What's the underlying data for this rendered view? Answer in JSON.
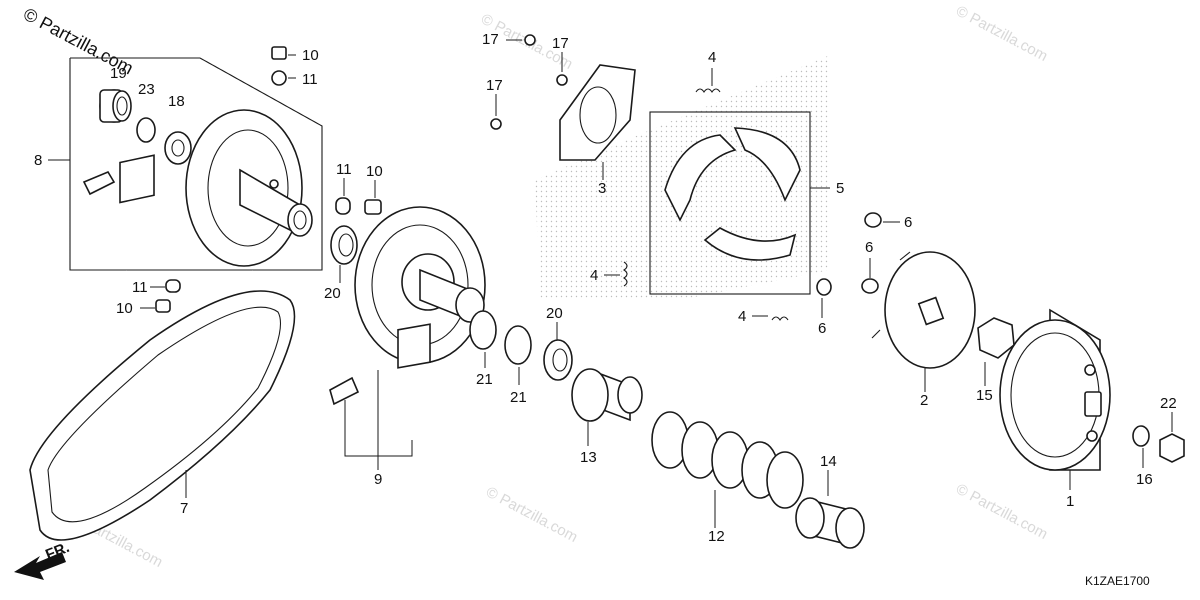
{
  "copyright": "© Partzilla.com",
  "watermark": "© Partzilla.com",
  "diagram_code": "K1ZAE1700",
  "direction_label": "FR.",
  "callouts": [
    "1",
    "2",
    "3",
    "4",
    "4",
    "4",
    "5",
    "6",
    "6",
    "6",
    "7",
    "8",
    "9",
    "10",
    "10",
    "10",
    "11",
    "11",
    "11",
    "12",
    "13",
    "14",
    "15",
    "16",
    "17",
    "17",
    "17",
    "18",
    "19",
    "20",
    "20",
    "21",
    "21",
    "22",
    "23"
  ]
}
